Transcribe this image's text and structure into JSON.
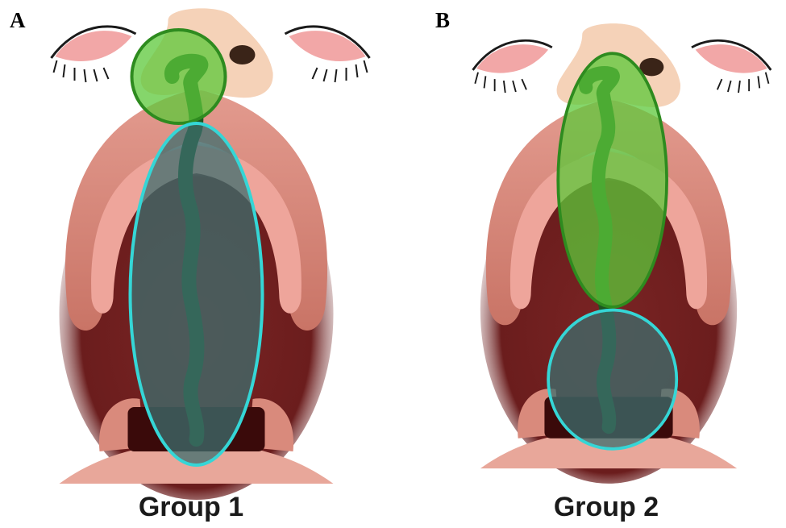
{
  "panels": [
    {
      "letter": "A",
      "group_label": "Group 1"
    },
    {
      "letter": "B",
      "group_label": "Group 2"
    }
  ],
  "colors": {
    "green_region": "#5cc83a",
    "green_outline": "#2e8b1f",
    "cyan_region": "#3d6e6e",
    "cyan_outline": "#35d6d6",
    "lip": "#d9877a",
    "palate": "#6b1d1d",
    "skin": "#f5d2b8"
  }
}
